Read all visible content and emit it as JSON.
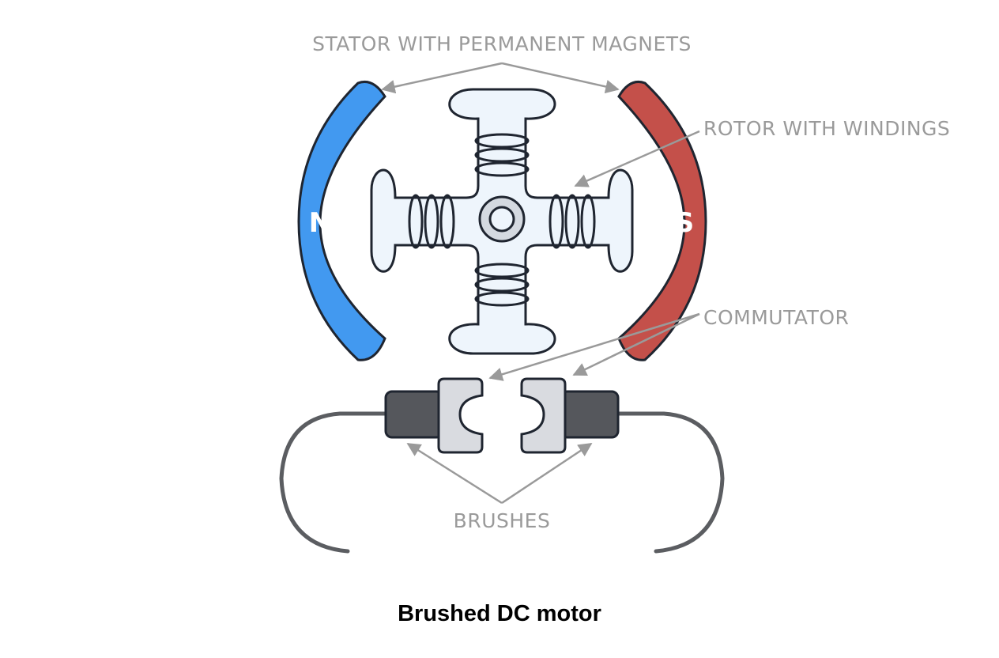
{
  "labels": {
    "stator": "STATOR WITH PERMANENT MAGNETS",
    "rotor": "ROTOR WITH WINDINGS",
    "commutator": "COMMUTATOR",
    "brushes": "BRUSHES"
  },
  "poles": {
    "north": {
      "letter": "N",
      "color": "#4299f0"
    },
    "south": {
      "letter": "S",
      "color": "#c4504a"
    }
  },
  "colors": {
    "rotor_fill": "#eef5fc",
    "commutator_fill": "#d9dbe0",
    "brush_fill": "#55575c",
    "wire": "#5b5d61",
    "arrow": "#9a9a9a"
  },
  "caption": "Brushed DC motor"
}
